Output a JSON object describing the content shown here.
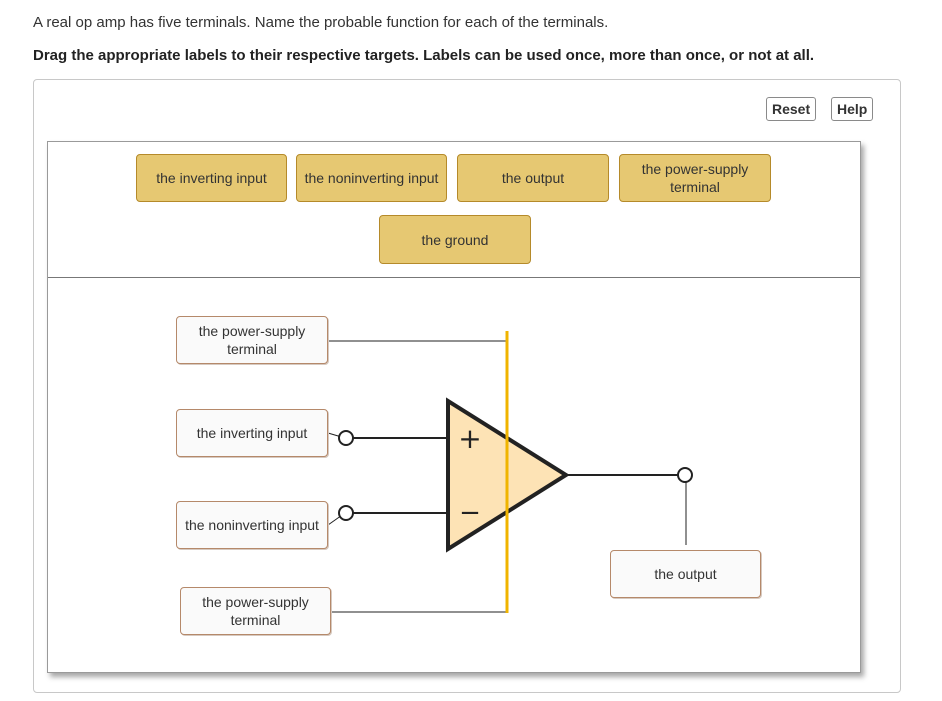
{
  "question": {
    "text": "A real op amp has five terminals. Name the probable function for each of the terminals.",
    "instruction": "Drag the appropriate labels to their respective targets. Labels can be used once, more than once, or not at all."
  },
  "toolbar": {
    "reset_label": "Reset",
    "help_label": "Help"
  },
  "label_bank": [
    {
      "text": "the inverting input"
    },
    {
      "text": "the noninverting input"
    },
    {
      "text": "the output"
    },
    {
      "text": "the power-supply\nterminal"
    },
    {
      "text": "the ground"
    }
  ],
  "targets": {
    "top_power": "the power-supply\nterminal",
    "inverting": "the inverting input",
    "noninverting": "the noninverting input",
    "bottom_power": "the power-supply\nterminal",
    "output": "the output"
  },
  "opamp": {
    "plus_sign": "+",
    "minus_sign": "−",
    "fill_color": "#fde3b5",
    "power_rail_color": "#f0b400"
  }
}
